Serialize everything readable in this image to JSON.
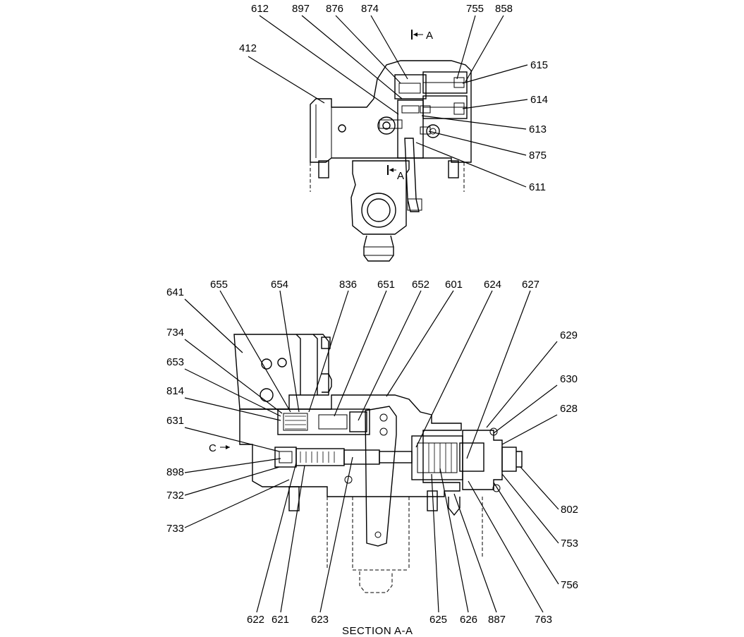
{
  "top_view": {
    "callouts": [
      "612",
      "897",
      "876",
      "874",
      "755",
      "858",
      "412",
      "615",
      "614",
      "613",
      "875",
      "611"
    ],
    "section_marks": [
      "A",
      "A"
    ]
  },
  "section_view": {
    "callouts": [
      "655",
      "654",
      "836",
      "651",
      "652",
      "601",
      "624",
      "627",
      "641",
      "734",
      "653",
      "814",
      "631",
      "898",
      "732",
      "733",
      "629",
      "630",
      "628",
      "802",
      "753",
      "756",
      "622",
      "621",
      "623",
      "625",
      "626",
      "887",
      "763"
    ],
    "view_mark": "C"
  },
  "caption": "SECTION   A-A"
}
